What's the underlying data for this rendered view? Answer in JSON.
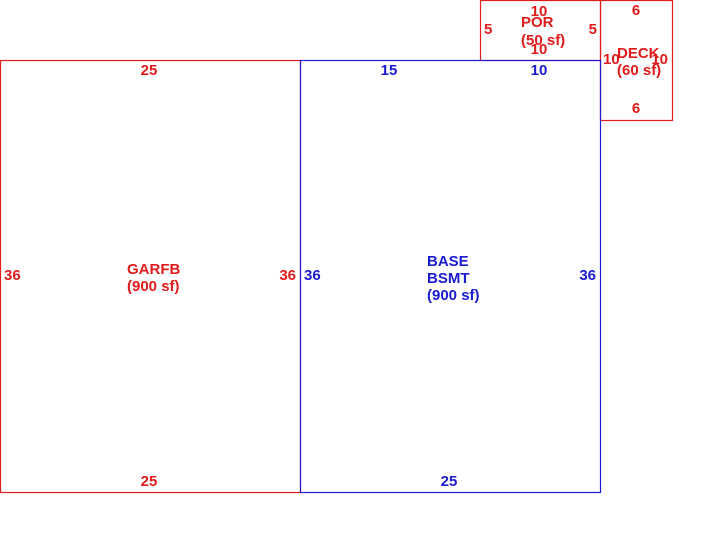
{
  "colors": {
    "red": "#e01b1b",
    "blue": "#1b1bd0"
  },
  "areas": {
    "garfb": {
      "name": "GARFB",
      "area": "(900 sf)",
      "dims": {
        "top": "25",
        "bottom": "25",
        "left": "36",
        "right": "36"
      }
    },
    "base": {
      "name": "BASE",
      "name2": "BSMT",
      "area": "(900 sf)",
      "dims": {
        "top_a": "15",
        "top_b": "10",
        "bottom": "25",
        "left": "36",
        "right": "36"
      }
    },
    "por": {
      "name": "POR",
      "area": "(50 sf)",
      "dims": {
        "top": "10",
        "bottom": "10",
        "left": "5",
        "right": "5"
      }
    },
    "deck": {
      "name": "DECK",
      "area": "(60 sf)",
      "dims": {
        "top": "6",
        "bottom": "6",
        "left": "10",
        "right": "10"
      }
    }
  }
}
